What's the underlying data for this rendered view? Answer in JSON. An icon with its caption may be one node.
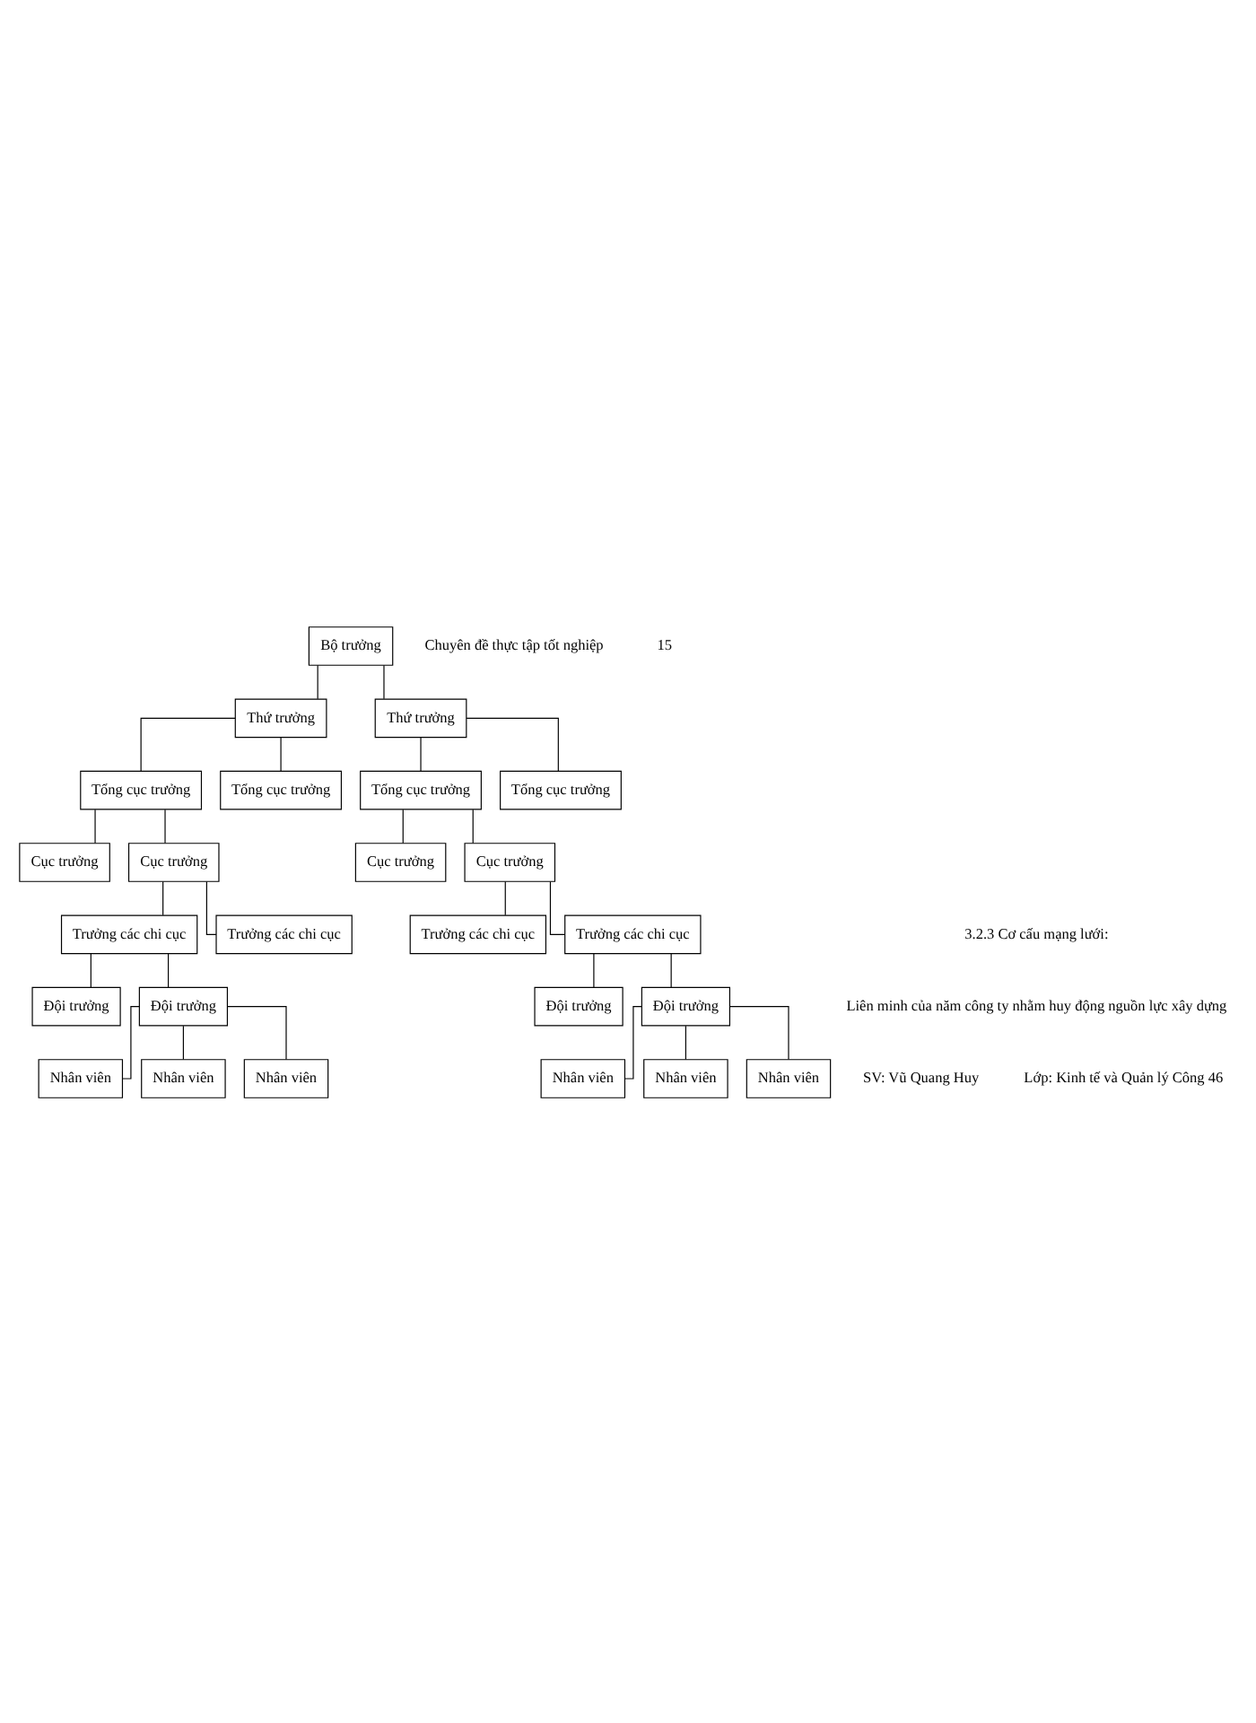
{
  "diagram": {
    "nodes": [
      {
        "text": [
          "Bộ trưởng"
        ]
      },
      {
        "text": [
          "Thứ trưởng"
        ]
      },
      {
        "text": [
          "Thứ trưởng"
        ]
      },
      {
        "text": [
          "Tổng cục trưởng"
        ]
      },
      {
        "text": [
          "Tổng cục trưởng"
        ]
      },
      {
        "text": [
          "Tổng cục trưởng"
        ]
      },
      {
        "text": [
          "Tổng cục trưởng"
        ]
      },
      {
        "text": [
          "Cục trưởng"
        ]
      },
      {
        "text": [
          "Cục trưởng"
        ]
      },
      {
        "text": [
          "Cục trưởng"
        ]
      },
      {
        "text": [
          "Cục trưởng"
        ]
      },
      {
        "text": [
          "Trưởng các chi cục"
        ]
      },
      {
        "text": [
          "Trưởng các chi cục"
        ]
      },
      {
        "text": [
          "Trưởng các chi cục"
        ]
      },
      {
        "text": [
          "Trưởng các chi cục"
        ]
      },
      {
        "text": [
          "Đội trưởng"
        ]
      },
      {
        "text": [
          "Đội trưởng"
        ]
      },
      {
        "text": [
          "Đội trưởng"
        ]
      },
      {
        "text": [
          "Đội trưởng"
        ]
      },
      {
        "text": [
          "Nhân viên"
        ]
      },
      {
        "text": [
          "Nhân viên"
        ]
      },
      {
        "text": [
          "Nhân viên"
        ]
      },
      {
        "text": [
          "Nhân viên"
        ]
      },
      {
        "text": [
          "Nhân viên"
        ]
      },
      {
        "text": [
          "Nhân viên"
        ]
      }
    ],
    "edges": [
      {
        "from": 0,
        "to": 1,
        "arrow": "none"
      },
      {
        "from": 0,
        "to": 2,
        "arrow": "none"
      },
      {
        "from": 1,
        "to": 3,
        "arrow": "none"
      },
      {
        "from": 1,
        "to": 4,
        "arrow": "none"
      },
      {
        "from": 2,
        "to": 5,
        "arrow": "none"
      },
      {
        "from": 2,
        "to": 6,
        "arrow": "none"
      },
      {
        "from": 3,
        "to": 7,
        "arrow": "none"
      },
      {
        "from": 3,
        "to": 8,
        "arrow": "none"
      },
      {
        "from": 5,
        "to": 9,
        "arrow": "none"
      },
      {
        "from": 5,
        "to": 10,
        "arrow": "none"
      },
      {
        "from": 8,
        "to": 11,
        "arrow": "none"
      },
      {
        "from": 8,
        "to": 12,
        "arrow": "none"
      },
      {
        "from": 10,
        "to": 13,
        "arrow": "none"
      },
      {
        "from": 10,
        "to": 14,
        "arrow": "none"
      },
      {
        "from": 11,
        "to": 15,
        "arrow": "none"
      },
      {
        "from": 11,
        "to": 16,
        "arrow": "none"
      },
      {
        "from": 14,
        "to": 17,
        "arrow": "none"
      },
      {
        "from": 14,
        "to": 18,
        "arrow": "none"
      },
      {
        "from": 16,
        "to": 19,
        "arrow": "none"
      },
      {
        "from": 16,
        "to": 20,
        "arrow": "none"
      },
      {
        "from": 16,
        "to": 21,
        "arrow": "none"
      },
      {
        "from": 18,
        "to": 22,
        "arrow": "none"
      },
      {
        "from": 18,
        "to": 23,
        "arrow": "none"
      },
      {
        "from": 18,
        "to": 24,
        "arrow": "none"
      }
    ],
    "labels": [
      "Chuyên đề thực tập tốt nghiệp",
      "15",
      "3.2.3 Cơ cấu mạng lưới:",
      "Liên minh của năm công ty nhằm huy động nguồn lực xây dựng",
      "SV: Vũ Quang Huy",
      "Lớp: Kinh tế và Quản lý Công 46"
    ]
  }
}
